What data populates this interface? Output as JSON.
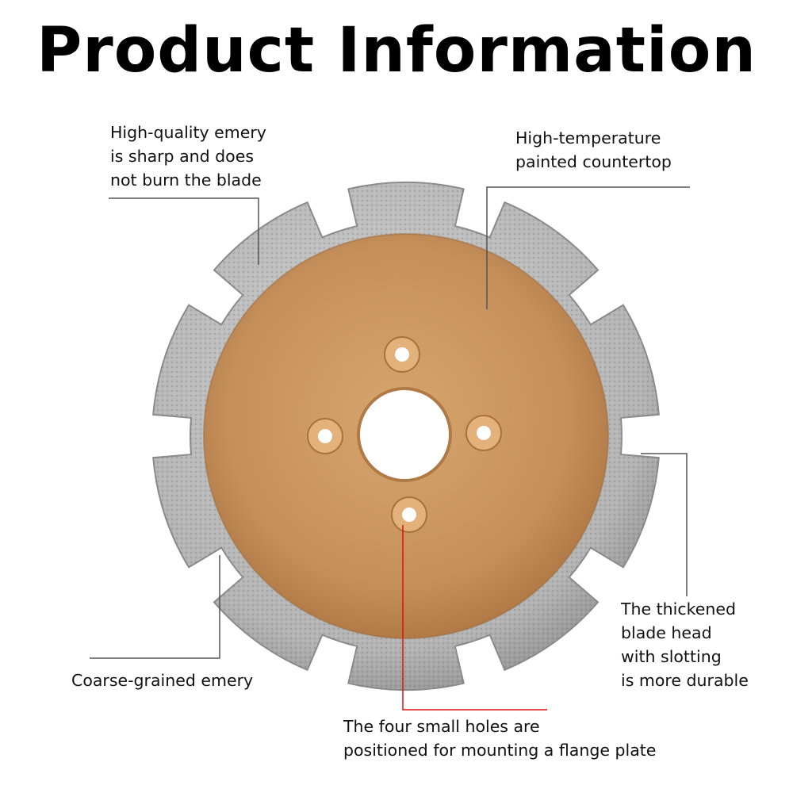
{
  "title": "Product Information",
  "callouts": {
    "emery_sharp": [
      "High-quality emery",
      "is sharp and does",
      "not burn the blade"
    ],
    "countertop": [
      "High-temperature",
      "painted countertop"
    ],
    "thickened": [
      "The thickened",
      "blade head",
      "with slotting",
      "is more durable"
    ],
    "coarse": [
      "Coarse-grained emery"
    ],
    "holes": [
      "The four small holes are",
      "positioned for mounting a flange plate"
    ]
  },
  "colors": {
    "blade_steel": "#b8b8b8",
    "painted_core": "#c99563",
    "leader_line": "#555555",
    "red_leader": "#e01010"
  }
}
